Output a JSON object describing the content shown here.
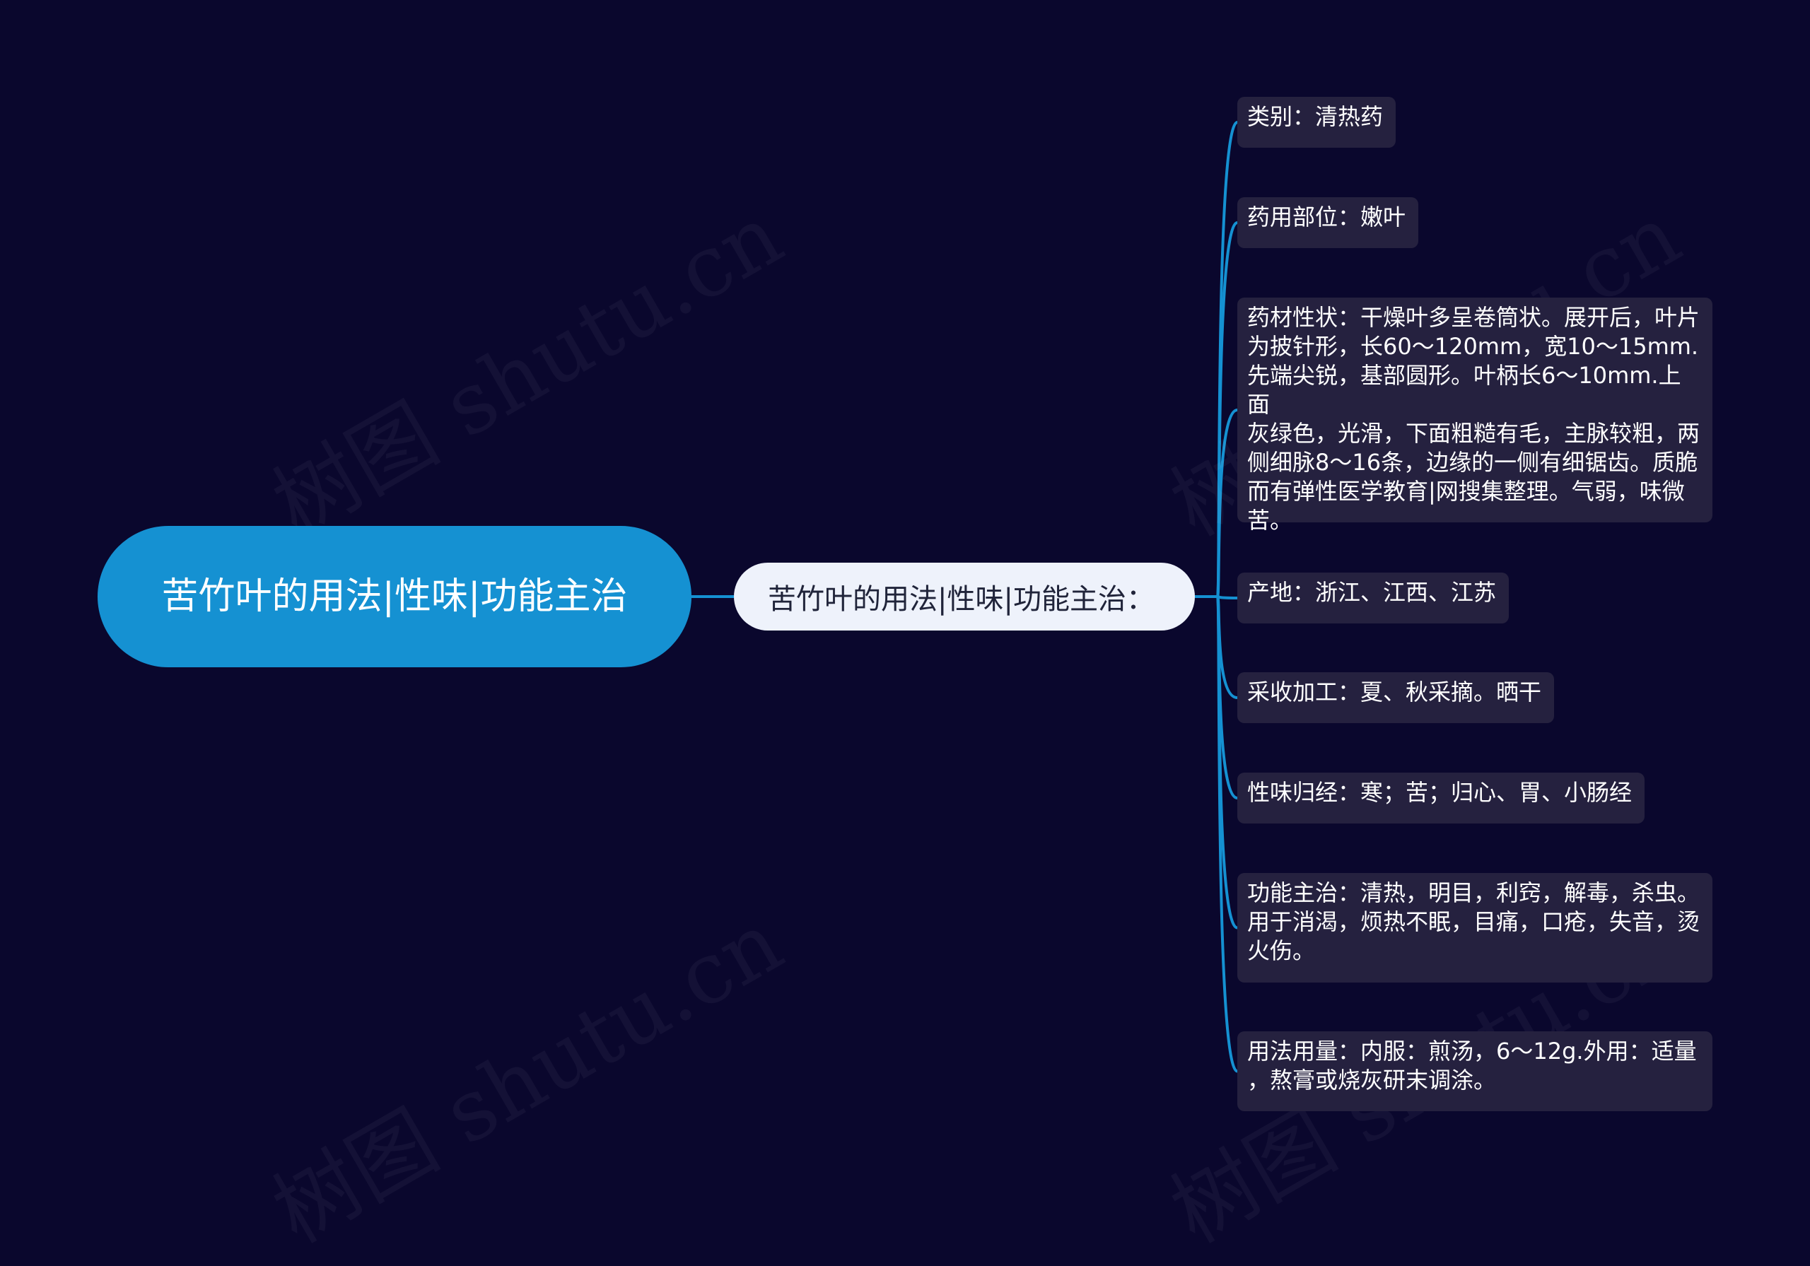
{
  "watermark": "树图 shutu.cn",
  "root": {
    "label": "苦竹叶的用法|性味|功能主治"
  },
  "mid": {
    "label": "苦竹叶的用法|性味|功能主治："
  },
  "leaves": [
    {
      "text": "类别：清热药"
    },
    {
      "text": "药用部位：嫩叶"
    },
    {
      "text": "药材性状：干燥叶多呈卷筒状。展开后，叶片\n为披针形，长60～120mm，宽10～15mm.\n先端尖锐，基部圆形。叶柄长6～10mm.上面\n灰绿色，光滑，下面粗糙有毛，主脉较粗，两\n侧细脉8～16条，边缘的一侧有细锯齿。质脆\n而有弹性医学教育|网搜集整理。气弱，味微\n苦。"
    },
    {
      "text": "产地：浙江、江西、江苏"
    },
    {
      "text": "采收加工：夏、秋采摘。晒干"
    },
    {
      "text": "性味归经：寒；苦；归心、胃、小肠经"
    },
    {
      "text": "功能主治：清热，明目，利窍，解毒，杀虫。\n用于消渴，烦热不眠，目痛，口疮，失音，烫\n火伤。"
    },
    {
      "text": "用法用量：内服：煎汤，6～12g.外用：适量\n，熬膏或烧灰研末调涂。"
    }
  ],
  "colors": {
    "background": "#0a072d",
    "root": "#1591d2",
    "mid": "#eef2fb",
    "leaf": "#25213f",
    "connector": "#1591d2"
  }
}
